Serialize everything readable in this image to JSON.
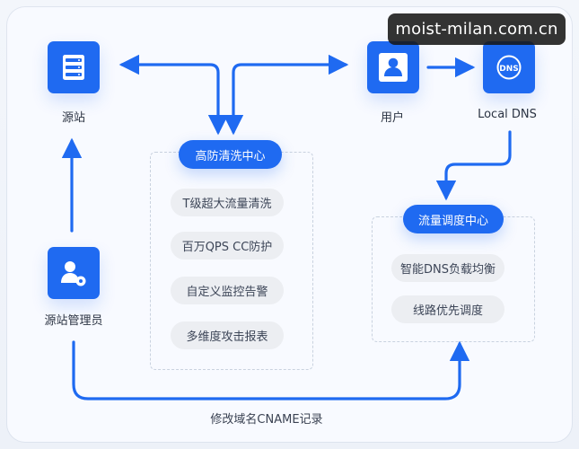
{
  "nodes": {
    "origin": {
      "label": "源站"
    },
    "user": {
      "label": "用户"
    },
    "dns": {
      "label": "Local DNS",
      "badge": "DNS"
    },
    "admin": {
      "label": "源站管理员"
    }
  },
  "centers": {
    "protection": {
      "title": "高防清洗中心",
      "items": [
        "T级超大流量清洗",
        "百万QPS CC防护",
        "自定义监控告警",
        "多维度攻击报表"
      ]
    },
    "scheduling": {
      "title": "流量调度中心",
      "items": [
        "智能DNS负载均衡",
        "线路优先调度"
      ]
    }
  },
  "bottom_label": "修改域名CNAME记录",
  "watermark": "moist-milan.com.cn",
  "colors": {
    "accent": "#1f6af1",
    "pill_bg": "#eceef2",
    "text": "#2b3342"
  },
  "icons": {
    "origin": "server-icon",
    "user": "user-icon",
    "dns": "dns-icon",
    "admin": "admin-icon"
  }
}
